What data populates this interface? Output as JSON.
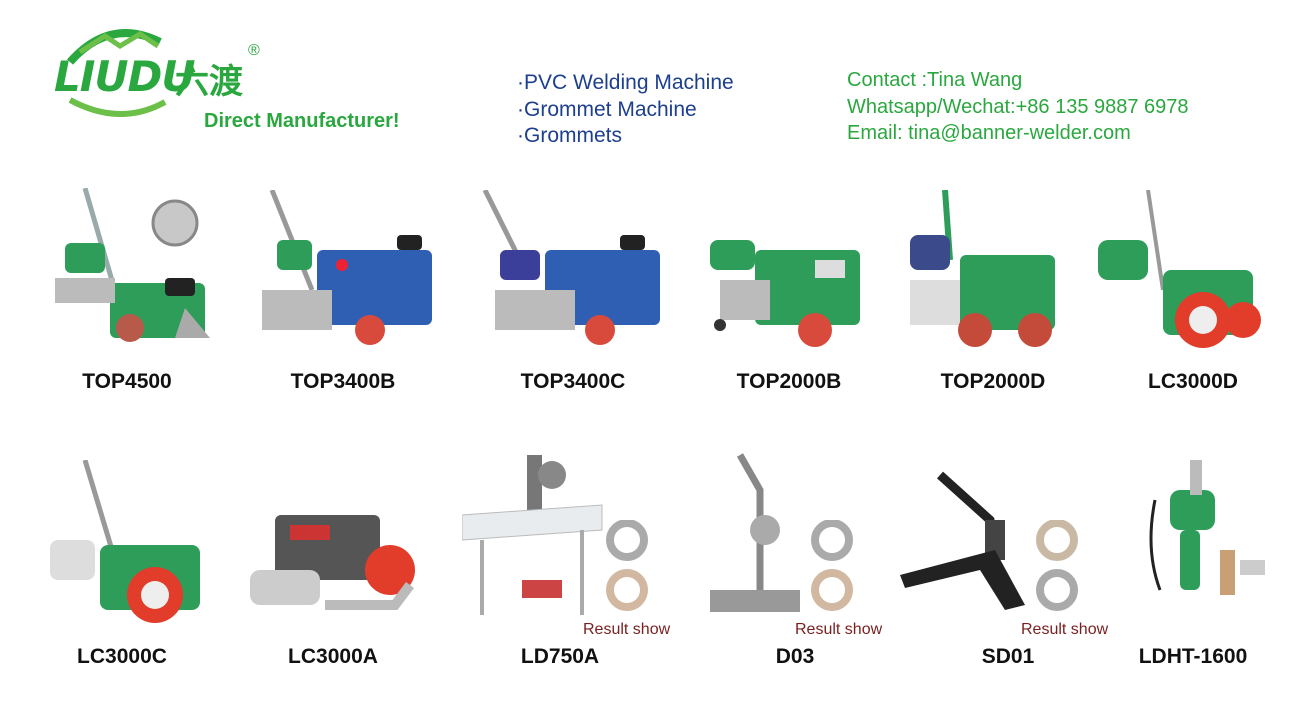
{
  "brand": {
    "logo_text": "LIUDU",
    "logo_cn": "六渡",
    "registered": "®",
    "tagline": "Direct Manufacturer!"
  },
  "services": [
    "·PVC Welding Machine",
    "·Grommet Machine",
    "·Grommets"
  ],
  "contact": {
    "name": "Contact :Tina Wang",
    "phone": "Whatsapp/Wechat:+86 135 9887 6978",
    "email": "Email: tina@banner-welder.com"
  },
  "colors": {
    "brand_green": "#2aa83f",
    "services_blue": "#1d3f8f",
    "result_red": "#7a1f1f"
  },
  "products_row1": [
    "TOP4500",
    "TOP3400B",
    "TOP3400C",
    "TOP2000B",
    "TOP2000D",
    "LC3000D"
  ],
  "products_row2": [
    "LC3000C",
    "LC3000A",
    "LD750A",
    "D03",
    "SD01",
    "LDHT-1600"
  ],
  "result_label": "Result show"
}
